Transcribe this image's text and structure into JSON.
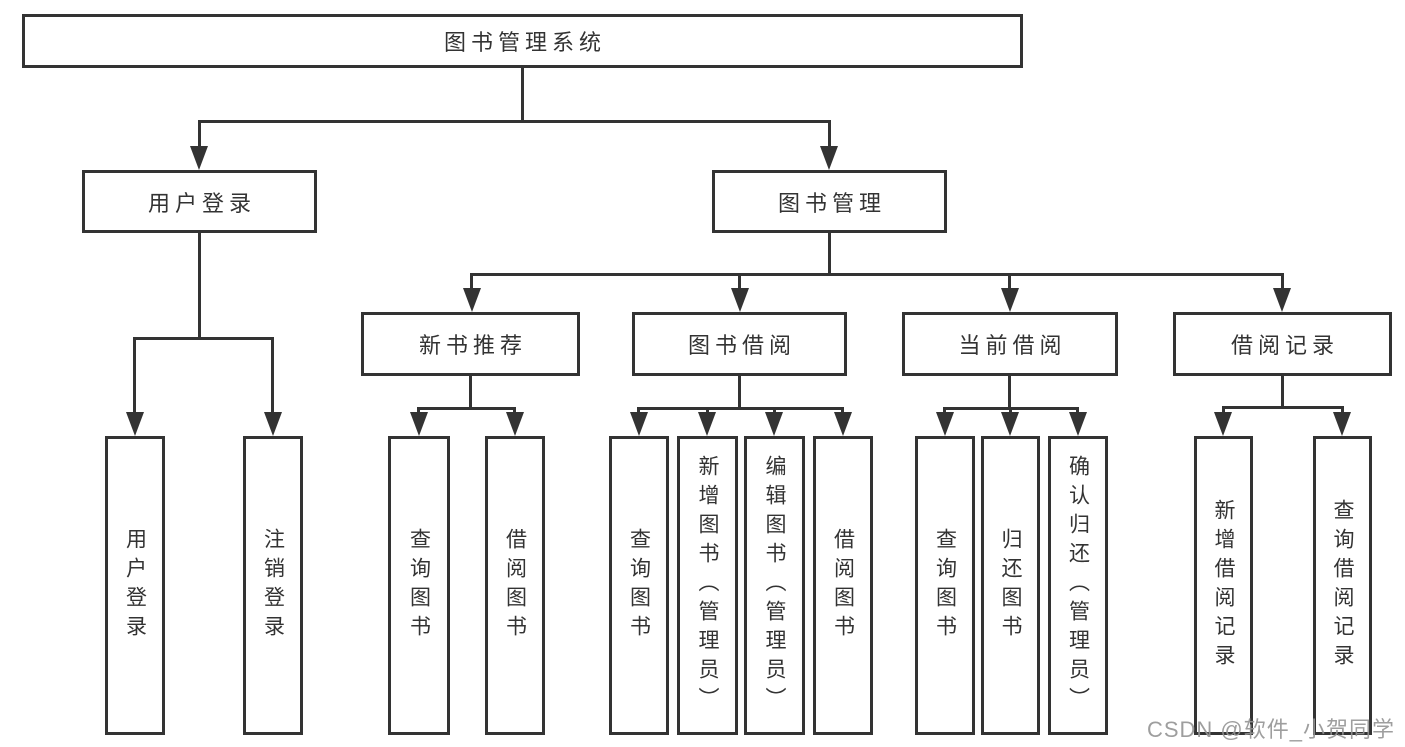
{
  "diagram": {
    "root": {
      "label": "图书管理系统",
      "children": [
        {
          "label": "用户登录",
          "children": [
            {
              "label": "用户登录"
            },
            {
              "label": "注销登录"
            }
          ]
        },
        {
          "label": "图书管理",
          "children": [
            {
              "label": "新书推荐",
              "children": [
                {
                  "label": "查询图书"
                },
                {
                  "label": "借阅图书"
                }
              ]
            },
            {
              "label": "图书借阅",
              "children": [
                {
                  "label": "查询图书"
                },
                {
                  "label": "新增图书（管理员）"
                },
                {
                  "label": "编辑图书（管理员）"
                },
                {
                  "label": "借阅图书"
                }
              ]
            },
            {
              "label": "当前借阅",
              "children": [
                {
                  "label": "查询图书"
                },
                {
                  "label": "归还图书"
                },
                {
                  "label": "确认归还（管理员）"
                }
              ]
            },
            {
              "label": "借阅记录",
              "children": [
                {
                  "label": "新增借阅记录"
                },
                {
                  "label": "查询借阅记录"
                }
              ]
            }
          ]
        }
      ]
    }
  },
  "watermark": {
    "text": "CSDN @软件_小贺同学"
  },
  "colors": {
    "line": "#333333",
    "box_border": "#333333",
    "text": "#333333",
    "watermark": "#949494",
    "background": "#ffffff"
  }
}
